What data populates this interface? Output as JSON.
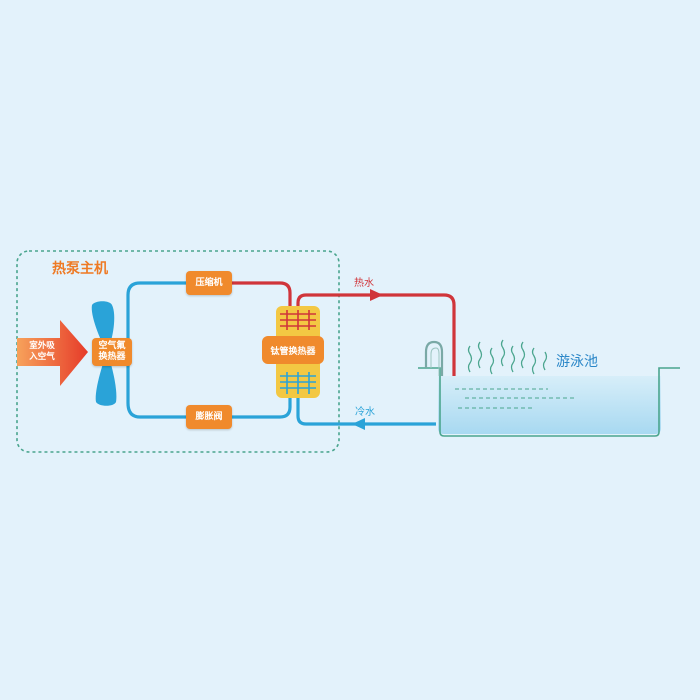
{
  "unit": {
    "title": "热泵主机"
  },
  "inlet": {
    "line1": "室外吸",
    "line2": "入空气"
  },
  "air_exchanger": {
    "line1": "空气氟",
    "line2": "换热器"
  },
  "compressor": {
    "label": "压缩机"
  },
  "expansion_valve": {
    "label": "膨胀阀"
  },
  "titanium_exchanger": {
    "label": "钛管换热器"
  },
  "hot_water": {
    "label": "热水"
  },
  "cold_water": {
    "label": "冷水"
  },
  "pool": {
    "label": "游泳池"
  },
  "colors": {
    "background": "#e3f2fb",
    "hot_pipe": "#d0353a",
    "cold_pipe": "#2aa3d8",
    "unit_border": "#4aa58e",
    "box_fill": "#f08a2c",
    "title_orange": "#ee7a24",
    "pool_label": "#2b87c8",
    "water": "#bfe4f6"
  }
}
